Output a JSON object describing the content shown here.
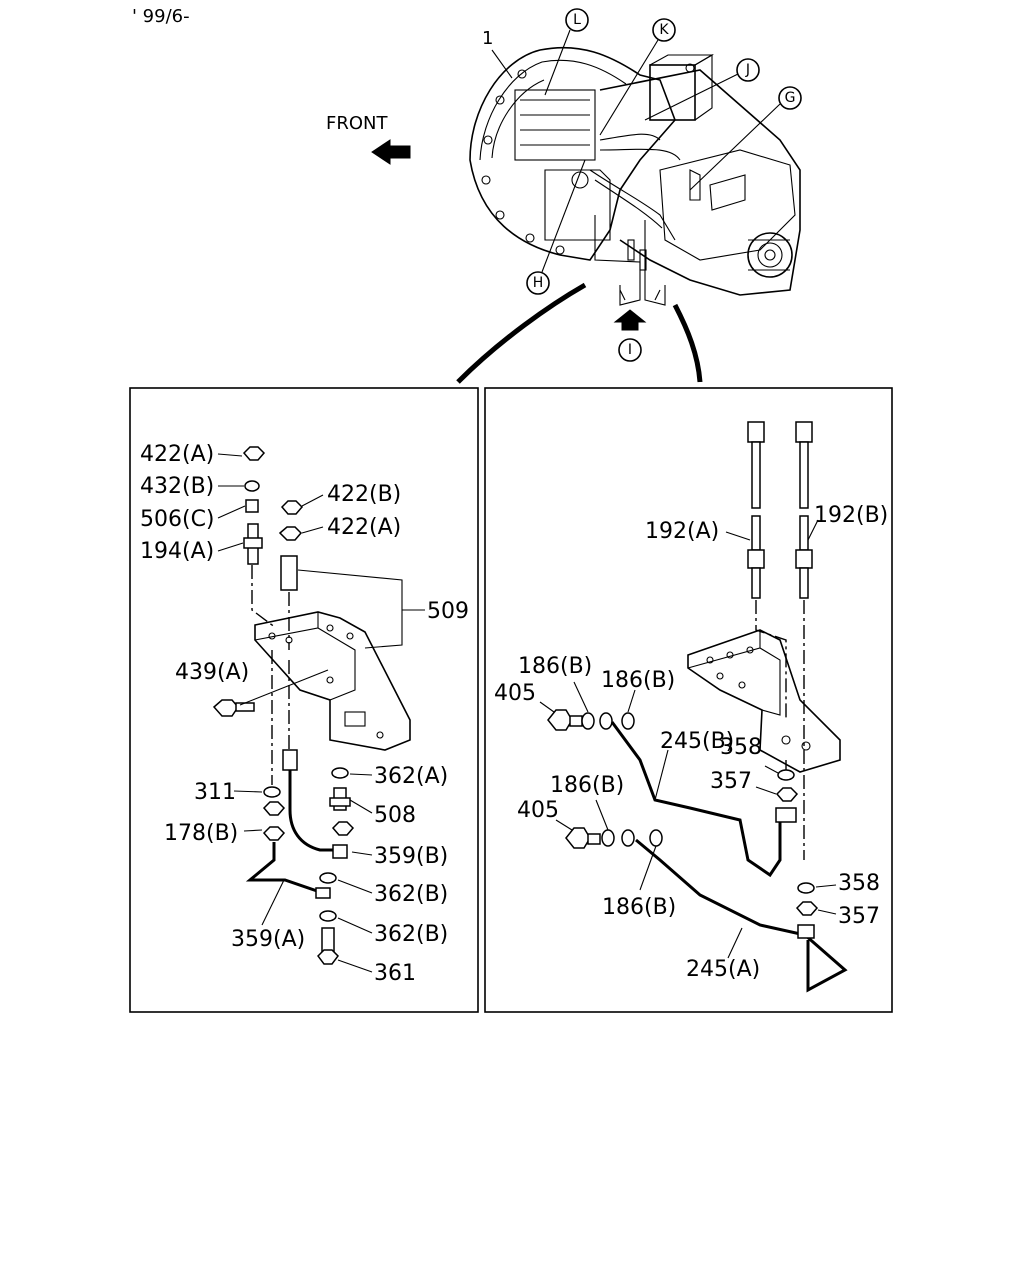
{
  "header": {
    "date_code": "' 99/6-"
  },
  "overview": {
    "front_label": "FRONT",
    "main_part": "1",
    "view_markers": [
      "L",
      "K",
      "J",
      "G",
      "H",
      "I"
    ]
  },
  "left_panel": {
    "labels": {
      "p422a_top": "422(A)",
      "p432b": "432(B)",
      "p506c": "506(C)",
      "p194a": "194(A)",
      "p422b": "422(B)",
      "p422a_mid": "422(A)",
      "p509": "509",
      "p439a": "439(A)",
      "p311": "311",
      "p178b": "178(B)",
      "p362a": "362(A)",
      "p508": "508",
      "p359b": "359(B)",
      "p362b_1": "362(B)",
      "p359a": "359(A)",
      "p362b_2": "362(B)",
      "p361": "361"
    }
  },
  "right_panel": {
    "labels": {
      "p192a": "192(A)",
      "p192b": "192(B)",
      "p186b_1": "186(B)",
      "p405_1": "405",
      "p186b_2": "186(B)",
      "p245b": "245(B)",
      "p358_1": "358",
      "p357_1": "357",
      "p186b_3": "186(B)",
      "p405_2": "405",
      "p186b_4": "186(B)",
      "p358_2": "358",
      "p357_2": "357",
      "p245a": "245(A)"
    }
  }
}
